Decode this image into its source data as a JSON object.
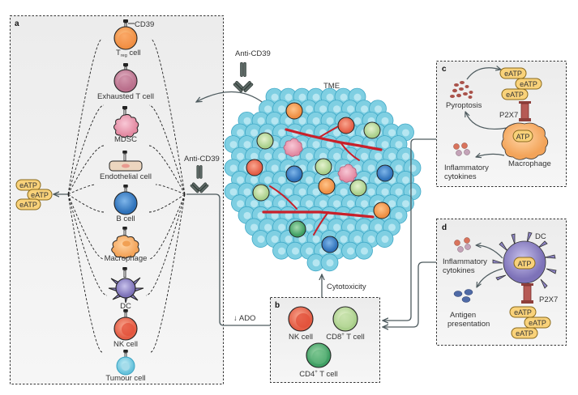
{
  "panels": {
    "a": {
      "letter": "a",
      "cells": [
        {
          "label": "Treg cell",
          "main": "T",
          "sub": "reg",
          "tail": " cell",
          "color": "#f5a45c"
        },
        {
          "label": "Exhausted T cell",
          "color": "#d9a0b4"
        },
        {
          "label": "MDSC",
          "color": "#ee9bb0"
        },
        {
          "label": "Endothelial cell",
          "color": "#ecd6bf"
        },
        {
          "label": "B cell",
          "color": "#4a8fd4"
        },
        {
          "label": "Macrophage",
          "color": "#f6b872"
        },
        {
          "label": "DC",
          "color": "#9b92cc"
        },
        {
          "label": "NK cell",
          "color": "#ee7a62"
        },
        {
          "label": "Tumour cell",
          "color": "#8fd2e4"
        }
      ],
      "cd39_label": "CD39",
      "eatp": [
        "eATP",
        "eATP",
        "eATP"
      ],
      "anti_cd39_label": "Anti-CD39"
    },
    "top_anti_cd39_label": "Anti-CD39",
    "tme_label": "TME",
    "ado_label": "↓ ADO",
    "cytotoxicity_label": "Cytotoxicity",
    "b": {
      "letter": "b",
      "nk": "NK cell",
      "cd8_main": "CD8",
      "cd8_sup": "+",
      "cd8_tail": " T cell",
      "cd4_main": "CD4",
      "cd4_sup": "+",
      "cd4_tail": " T cell"
    },
    "c": {
      "letter": "c",
      "pyroptosis": "Pyroptosis",
      "eatp": [
        "eATP",
        "eATP",
        "eATP"
      ],
      "receptor": "P2X7",
      "atp": "ATP",
      "cell": "Macrophage",
      "cytokines_1": "Inflammatory",
      "cytokines_2": "cytokines"
    },
    "d": {
      "letter": "d",
      "cell": "DC",
      "atp": "ATP",
      "receptor": "P2X7",
      "eatp": [
        "eATP",
        "eATP",
        "eATP"
      ],
      "cytokines_1": "Inflammatory",
      "cytokines_2": "cytokines",
      "antigen_1": "Antigen",
      "antigen_2": "presentation"
    }
  },
  "colors": {
    "panel_bg": "#f0f0f0",
    "eatp_fill": "#f9d27a",
    "eatp_stroke": "#8a6a1c",
    "tumour_cell": "#8fd2e4",
    "vessel": "#c8202a",
    "arrow": "#4d5a5e",
    "receptor": "#b65a55"
  }
}
